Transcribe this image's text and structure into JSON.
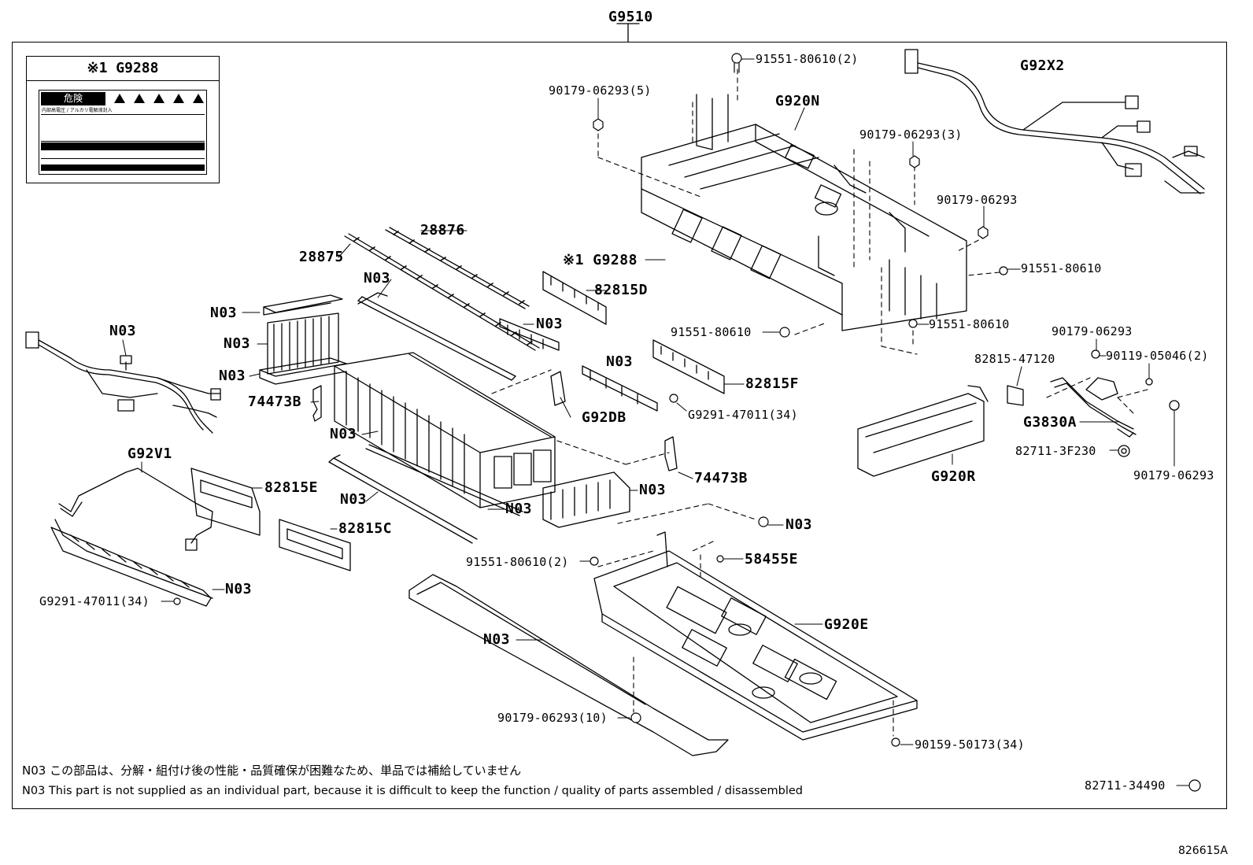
{
  "diagram": {
    "assembly_label": "G9510",
    "inset": {
      "title": "※1 G9288",
      "sticker_danger": "危険",
      "sticker_text": "内部高電圧 / アルカリ電解液封入"
    },
    "labels": {
      "p91551_80610_2_top": "91551-80610(2)",
      "g92x2": "G92X2",
      "p90179_06293_5": "90179-06293(5)",
      "g920n": "G920N",
      "p90179_06293_3": "90179-06293(3)",
      "p90179_06293_a": "90179-06293",
      "p28876": "28876",
      "p28875": "28875",
      "g9288_ref": "※1 G9288",
      "p91551_80610_a": "91551-80610",
      "n03_rod_top": "N03",
      "p82815d": "82815D",
      "n03_clamp_top": "N03",
      "n03_stack_a": "N03",
      "n03_stack_b": "N03",
      "n03_stack_c": "N03",
      "n03_wire_left": "N03",
      "p91551_80610_b": "91551-80610",
      "p91551_80610_c": "91551-80610",
      "p90179_06293_b": "90179-06293",
      "n03_clamp_mid": "N03",
      "p82815_47120": "82815-47120",
      "p90119_05046_2": "90119-05046(2)",
      "p82815f": "82815F",
      "p74473b_left": "74473B",
      "g92db": "G92DB",
      "g9291_47011_34_mid": "G9291-47011(34)",
      "g3830a": "G3830A",
      "n03_cell_stack": "N03",
      "p82711_3f230": "82711-3F230",
      "g92v1": "G92V1",
      "p90179_06293_c": "90179-06293",
      "g920r": "G920R",
      "p74473b_right": "74473B",
      "p82815e": "82815E",
      "n03_bracket_right": "N03",
      "n03_rod_low": "N03",
      "n03_rod_low2": "N03",
      "n03_bolt": "N03",
      "p82815c": "82815C",
      "p91551_80610_2_low": "91551-80610(2)",
      "p58455e": "58455E",
      "n03_busbar": "N03",
      "g9291_47011_34_low": "G9291-47011(34)",
      "g920e": "G920E",
      "n03_rail": "N03",
      "p90179_06293_10": "90179-06293(10)",
      "p90159_50173_34": "90159-50173(34)",
      "p82711_34490": "82711-34490"
    },
    "notes": {
      "jp": "N03 この部品は、分解・組付け後の性能・品質確保が困難なため、単品では補給していません",
      "en": "N03 This part is not supplied as an individual part, because it is difficult to keep the function / quality of parts assembled / disassembled"
    },
    "figure_code": "826615A"
  }
}
